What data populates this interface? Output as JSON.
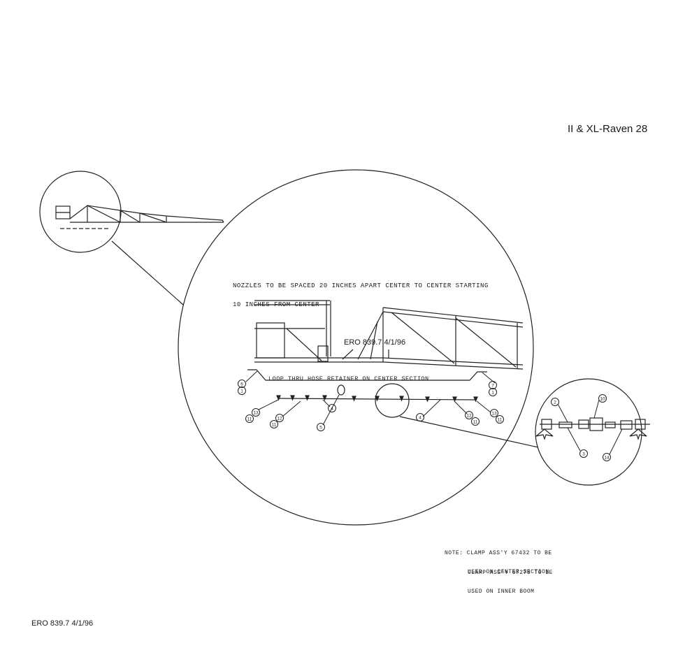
{
  "header": {
    "title": "II & XL-Raven 28"
  },
  "footer": {
    "ref": "ERO 839.7 4/1/96"
  },
  "detail": {
    "spacing_note_line1": "NOZZLES TO BE SPACED 20 INCHES APART CENTER TO CENTER STARTING",
    "spacing_note_line2": "10 INCHES FROM CENTER",
    "stamp": "ERO 839.7 4/1/96",
    "loop_note": "LOOP THRU HOSE RETAINER ON CENTER SECTION"
  },
  "notes": {
    "clamp1_line1": "NOTE: CLAMP ASS'Y 67432 TO BE",
    "clamp1_line2": "USED ON CENTER SECTION",
    "clamp2_line1": "CLAMP ASS'Y 67278 TO BE",
    "clamp2_line2": "USED ON INNER BOOM"
  },
  "callouts": {
    "c6": "6",
    "c1a": "1",
    "c7": "7",
    "c1b": "1",
    "c13a": "13",
    "c11a": "11",
    "c12a": "12",
    "c11b": "11",
    "c4a": "4",
    "c5": "5",
    "c4b": "4",
    "c12b": "12",
    "c11c": "11",
    "c13b": "13",
    "c11d": "11",
    "c2": "2",
    "c10": "10",
    "c3": "3",
    "c14": "14"
  }
}
